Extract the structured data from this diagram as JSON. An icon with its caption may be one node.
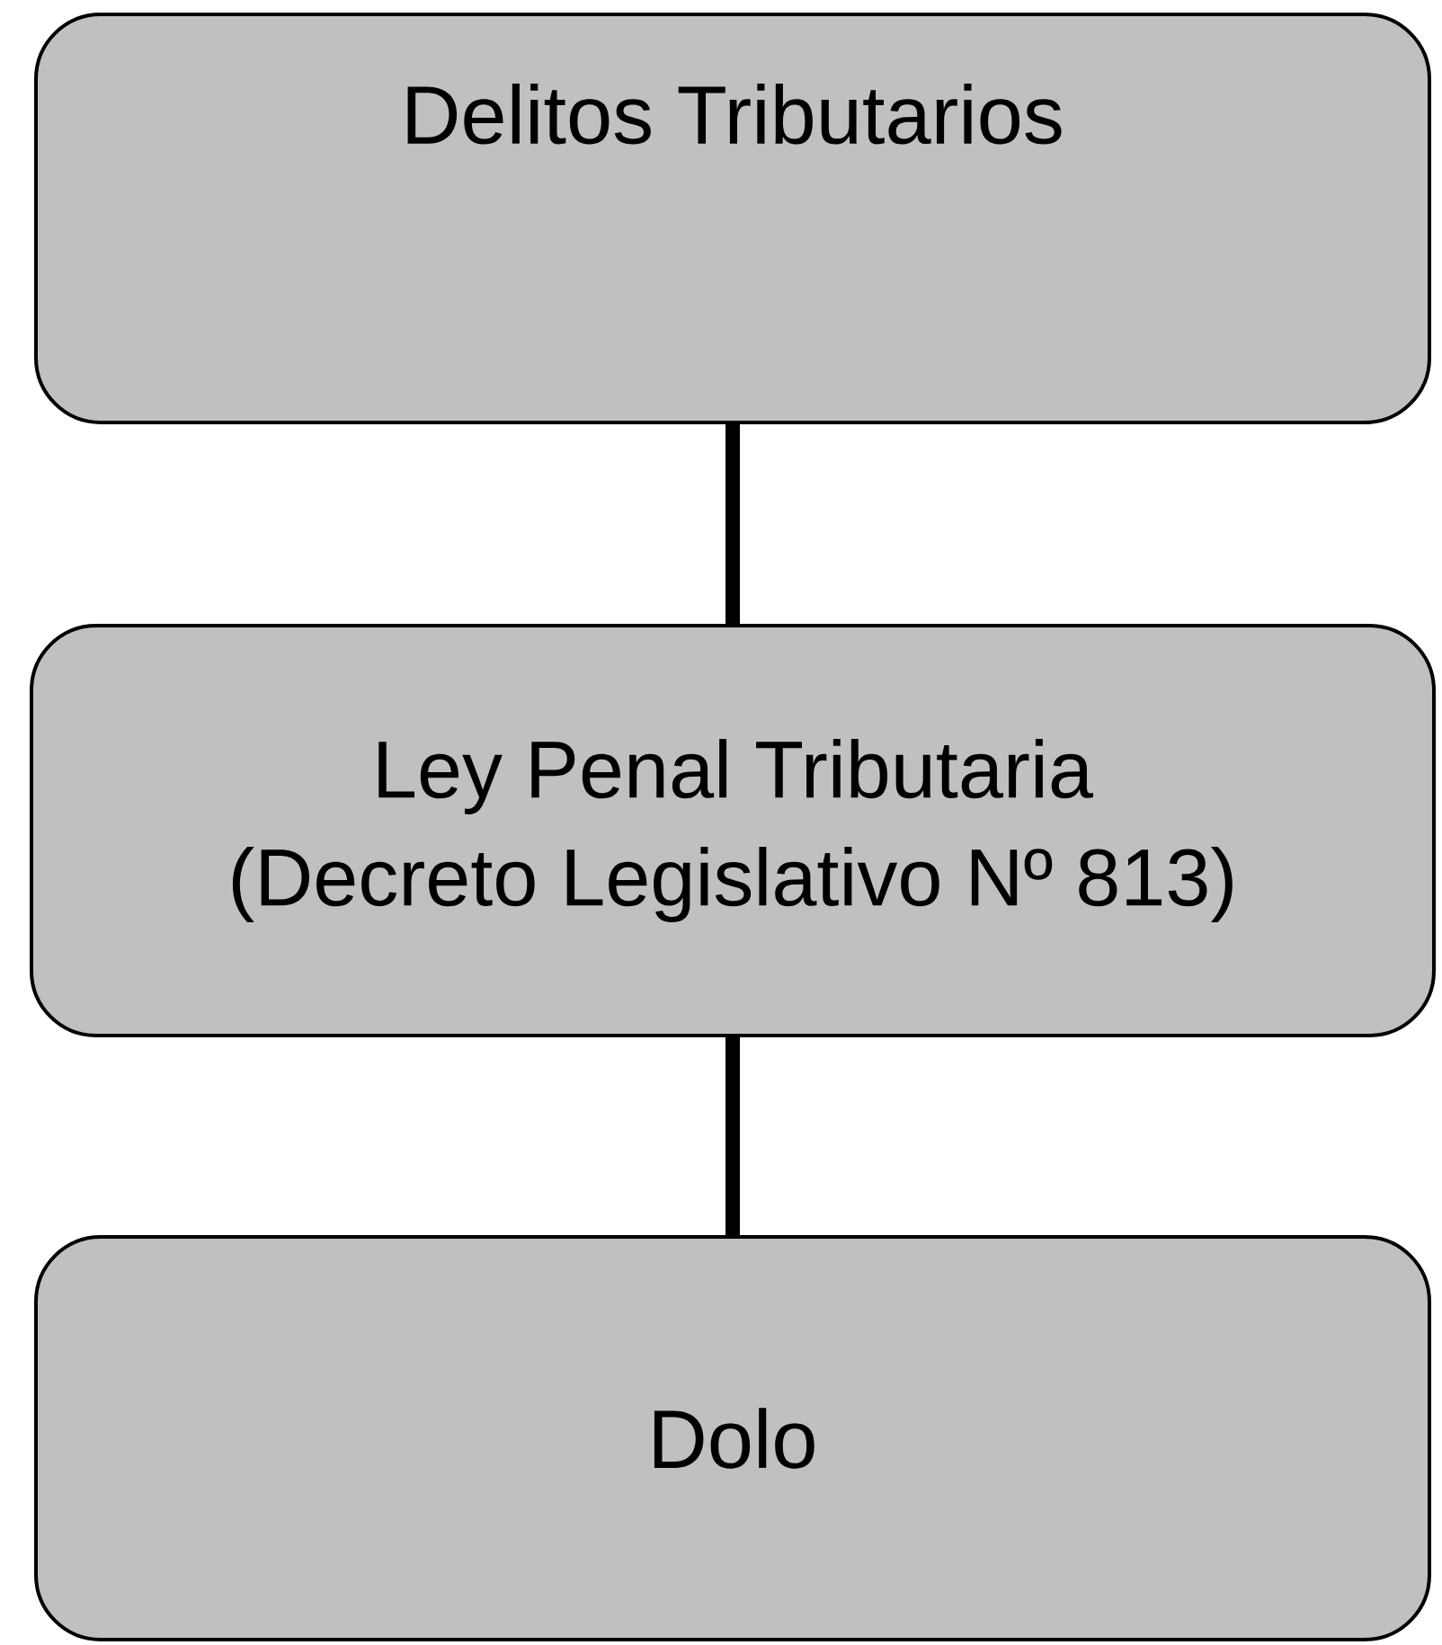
{
  "diagram": {
    "nodes": [
      {
        "text": [
          "Delitos Tributarios"
        ]
      },
      {
        "text": [
          "Ley Penal Tributaria (Decreto Legislativo Nº 813)"
        ]
      },
      {
        "text": [
          "Dolo"
        ]
      }
    ],
    "edges": [
      {
        "from": 0,
        "to": 1,
        "arrow": "none"
      },
      {
        "from": 1,
        "to": 2,
        "arrow": "none"
      }
    ]
  }
}
